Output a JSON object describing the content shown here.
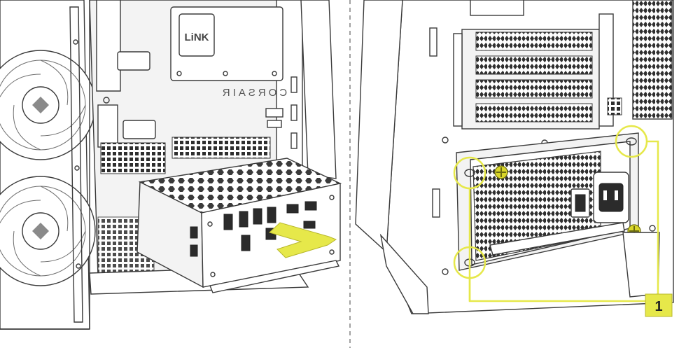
{
  "diagram": {
    "panel_left": {
      "brand_text": "CORSAIR",
      "hub_text": "LiNK"
    },
    "panel_right": {
      "callout_label": "1"
    },
    "colors": {
      "highlight": "#e6e84a",
      "screw": "#d9d62a",
      "line": "#3a3a3a",
      "panel_fill": "#f3f3f3",
      "divider": "#8a8a8a"
    }
  }
}
